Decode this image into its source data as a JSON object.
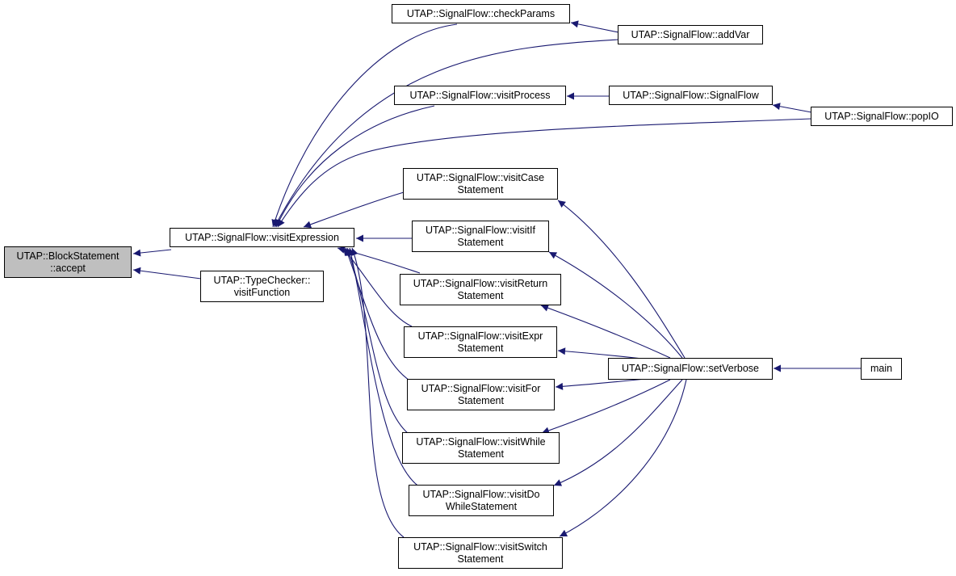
{
  "diagram": {
    "colors": {
      "edge": "#191970",
      "node_border": "#000000",
      "root_fill": "#bfbfbf",
      "node_fill": "#ffffff"
    },
    "nodes": {
      "accept": "UTAP::BlockStatement\n::accept",
      "visitExpression": "UTAP::SignalFlow::visitExpression",
      "visitFunction": "UTAP::TypeChecker::\nvisitFunction",
      "checkParams": "UTAP::SignalFlow::checkParams",
      "addVar": "UTAP::SignalFlow::addVar",
      "visitProcess": "UTAP::SignalFlow::visitProcess",
      "SignalFlow": "UTAP::SignalFlow::SignalFlow",
      "popIO": "UTAP::SignalFlow::popIO",
      "visitCase": "UTAP::SignalFlow::visitCase\nStatement",
      "visitIf": "UTAP::SignalFlow::visitIf\nStatement",
      "visitReturn": "UTAP::SignalFlow::visitReturn\nStatement",
      "visitExpr": "UTAP::SignalFlow::visitExpr\nStatement",
      "visitFor": "UTAP::SignalFlow::visitFor\nStatement",
      "visitWhile": "UTAP::SignalFlow::visitWhile\nStatement",
      "visitDoWhile": "UTAP::SignalFlow::visitDo\nWhileStatement",
      "visitSwitch": "UTAP::SignalFlow::visitSwitch\nStatement",
      "setVerbose": "UTAP::SignalFlow::setVerbose",
      "main": "main"
    },
    "edges": [
      {
        "from": "visitExpression",
        "to": "accept"
      },
      {
        "from": "visitFunction",
        "to": "accept"
      },
      {
        "from": "checkParams",
        "to": "visitExpression"
      },
      {
        "from": "addVar",
        "to": "visitExpression"
      },
      {
        "from": "visitProcess",
        "to": "visitExpression"
      },
      {
        "from": "popIO",
        "to": "visitExpression"
      },
      {
        "from": "visitCase",
        "to": "visitExpression"
      },
      {
        "from": "visitIf",
        "to": "visitExpression"
      },
      {
        "from": "visitReturn",
        "to": "visitExpression"
      },
      {
        "from": "visitExpr",
        "to": "visitExpression"
      },
      {
        "from": "visitFor",
        "to": "visitExpression"
      },
      {
        "from": "visitWhile",
        "to": "visitExpression"
      },
      {
        "from": "visitDoWhile",
        "to": "visitExpression"
      },
      {
        "from": "visitSwitch",
        "to": "visitExpression"
      },
      {
        "from": "addVar",
        "to": "checkParams"
      },
      {
        "from": "SignalFlow",
        "to": "visitProcess"
      },
      {
        "from": "popIO",
        "to": "SignalFlow"
      },
      {
        "from": "setVerbose",
        "to": "visitCase"
      },
      {
        "from": "setVerbose",
        "to": "visitIf"
      },
      {
        "from": "setVerbose",
        "to": "visitReturn"
      },
      {
        "from": "setVerbose",
        "to": "visitExpr"
      },
      {
        "from": "setVerbose",
        "to": "visitFor"
      },
      {
        "from": "setVerbose",
        "to": "visitWhile"
      },
      {
        "from": "setVerbose",
        "to": "visitDoWhile"
      },
      {
        "from": "setVerbose",
        "to": "visitSwitch"
      },
      {
        "from": "main",
        "to": "setVerbose"
      }
    ]
  }
}
